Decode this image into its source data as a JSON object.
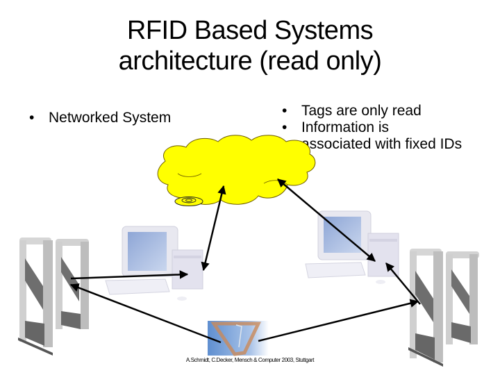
{
  "slide": {
    "title_line1": "RFID Based Systems",
    "title_line2": "architecture (read only)",
    "left_bullets": [
      {
        "marker": "•",
        "text": "Networked System"
      }
    ],
    "right_bullets": [
      {
        "marker": "•",
        "text_lines": [
          "Tags are only read"
        ]
      },
      {
        "marker": "•",
        "text_lines": [
          "Information is",
          "associated with fixed IDs"
        ]
      }
    ],
    "caption": "A.Schmidt, C.Decker, Mensch & Computer 2003, Stuttgart"
  },
  "diagram": {
    "nodes": [
      {
        "id": "network-cloud",
        "kind": "cloud",
        "color": "#ffff00"
      },
      {
        "id": "computer-left",
        "kind": "computer"
      },
      {
        "id": "computer-right",
        "kind": "computer"
      },
      {
        "id": "reader-gate-left",
        "kind": "rfid-gate"
      },
      {
        "id": "reader-gate-right",
        "kind": "rfid-gate"
      },
      {
        "id": "rfid-tag",
        "kind": "tag-photo"
      }
    ],
    "connections": [
      {
        "from": "computer-left",
        "to": "network-cloud",
        "bidirectional": true
      },
      {
        "from": "computer-right",
        "to": "network-cloud",
        "bidirectional": true
      },
      {
        "from": "reader-gate-left",
        "to": "computer-left",
        "bidirectional": true
      },
      {
        "from": "reader-gate-right",
        "to": "computer-right",
        "bidirectional": true
      },
      {
        "from": "rfid-tag",
        "to": "reader-gate-left",
        "bidirectional": false
      },
      {
        "from": "rfid-tag",
        "to": "reader-gate-right",
        "bidirectional": false
      }
    ],
    "colors": {
      "cloud_fill": "#ffff00",
      "cloud_stroke": "#6b5a00",
      "arrow": "#000000",
      "gate_frame": "#c8c8c8",
      "gate_panel": "#6e6e6e",
      "computer_body": "#ecebf3",
      "screen": "#9fb2d8"
    }
  }
}
